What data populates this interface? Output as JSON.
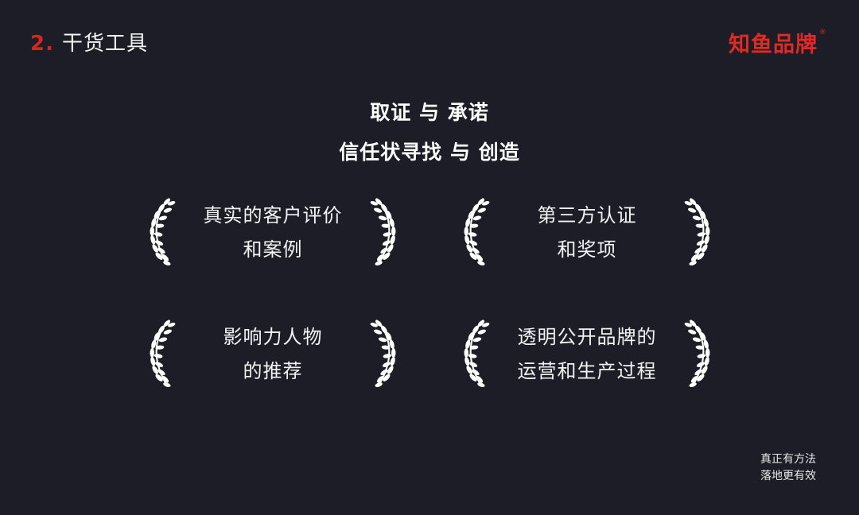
{
  "header": {
    "section_number": "2.",
    "section_title": "干货工具",
    "brand_name": "知鱼品牌",
    "brand_mark": "®",
    "accent_color": "#d9261c"
  },
  "headline": {
    "line1": "取证 与 承诺",
    "line2": "信任状寻找 与 创造"
  },
  "awards": [
    {
      "icon": "laurel-wreath-icon",
      "line1": "真实的客户评价",
      "line2": "和案例"
    },
    {
      "icon": "laurel-wreath-icon",
      "line1": "第三方认证",
      "line2": "和奖项"
    },
    {
      "icon": "laurel-wreath-icon",
      "line1": "影响力人物",
      "line2": "的推荐"
    },
    {
      "icon": "laurel-wreath-icon",
      "line1": "透明公开品牌的",
      "line2": "运营和生产过程"
    }
  ],
  "footer": {
    "slogan_line1": "真正有方法",
    "slogan_line2": "落地更有效"
  },
  "colors": {
    "background": "#1c1d27",
    "text": "#ffffff",
    "brand": "#e02a24"
  }
}
